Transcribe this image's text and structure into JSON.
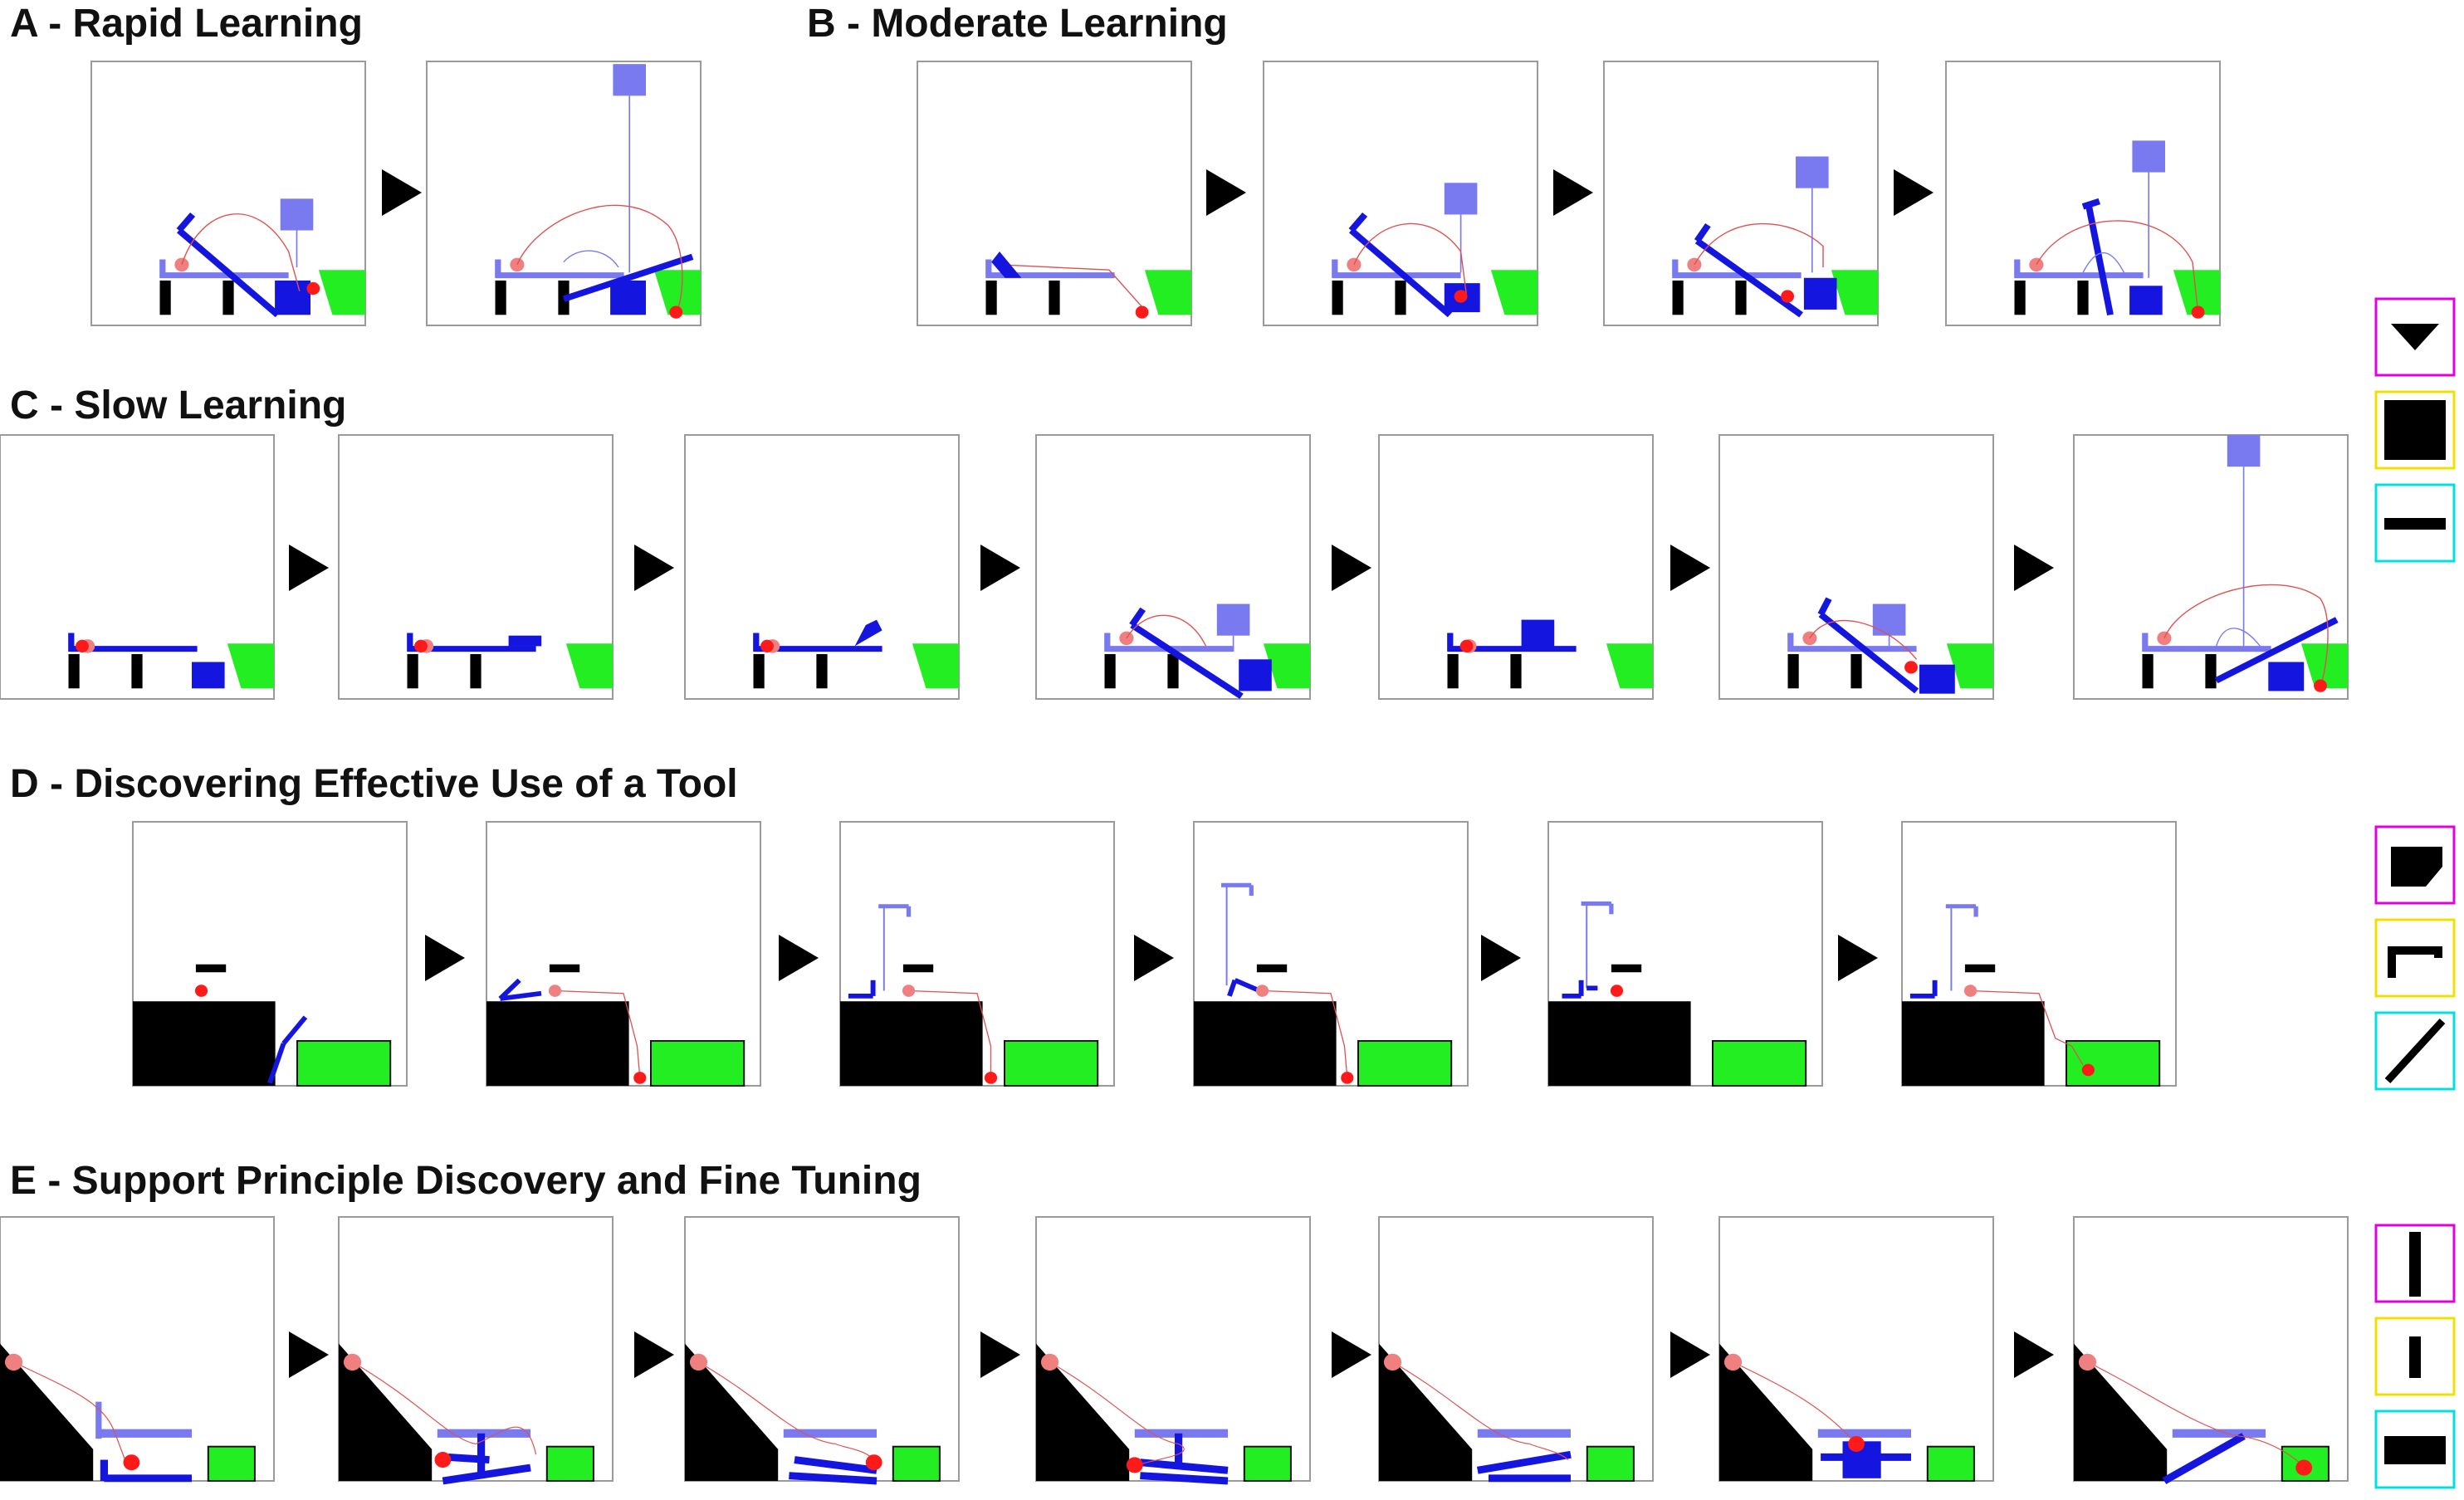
{
  "rows": [
    {
      "title": "A - Rapid Learning",
      "frames": 2
    },
    {
      "title": "B - Moderate Learning",
      "frames": 4
    },
    {
      "title": "C - Slow Learning",
      "frames": 7
    },
    {
      "title": "D - Discovering Effective Use of a Tool",
      "frames": 6
    },
    {
      "title": "E - Support Principle Discovery and Fine Tuning",
      "frames": 7
    }
  ],
  "tool_sets": [
    {
      "row": "A-C",
      "tools": [
        "triangle-tool-icon",
        "square-tool-icon",
        "bar-tool-icon"
      ]
    },
    {
      "row": "D",
      "tools": [
        "wedge-tool-icon",
        "hook-tool-icon",
        "stick-tool-icon"
      ]
    },
    {
      "row": "E",
      "tools": [
        "tall-post-tool-icon",
        "short-post-tool-icon",
        "wide-block-tool-icon"
      ]
    }
  ],
  "colors": {
    "tool_1": "#e000e0",
    "tool_2": "#f0e000",
    "tool_3": "#00e0e0",
    "ball": "#ff1a1a",
    "ball_start": "#f08080",
    "goal": "#22ee22",
    "placed": "#1515e0",
    "static": "#7a7af0",
    "trajectory": "#e05050",
    "obstacle": "#000000"
  }
}
